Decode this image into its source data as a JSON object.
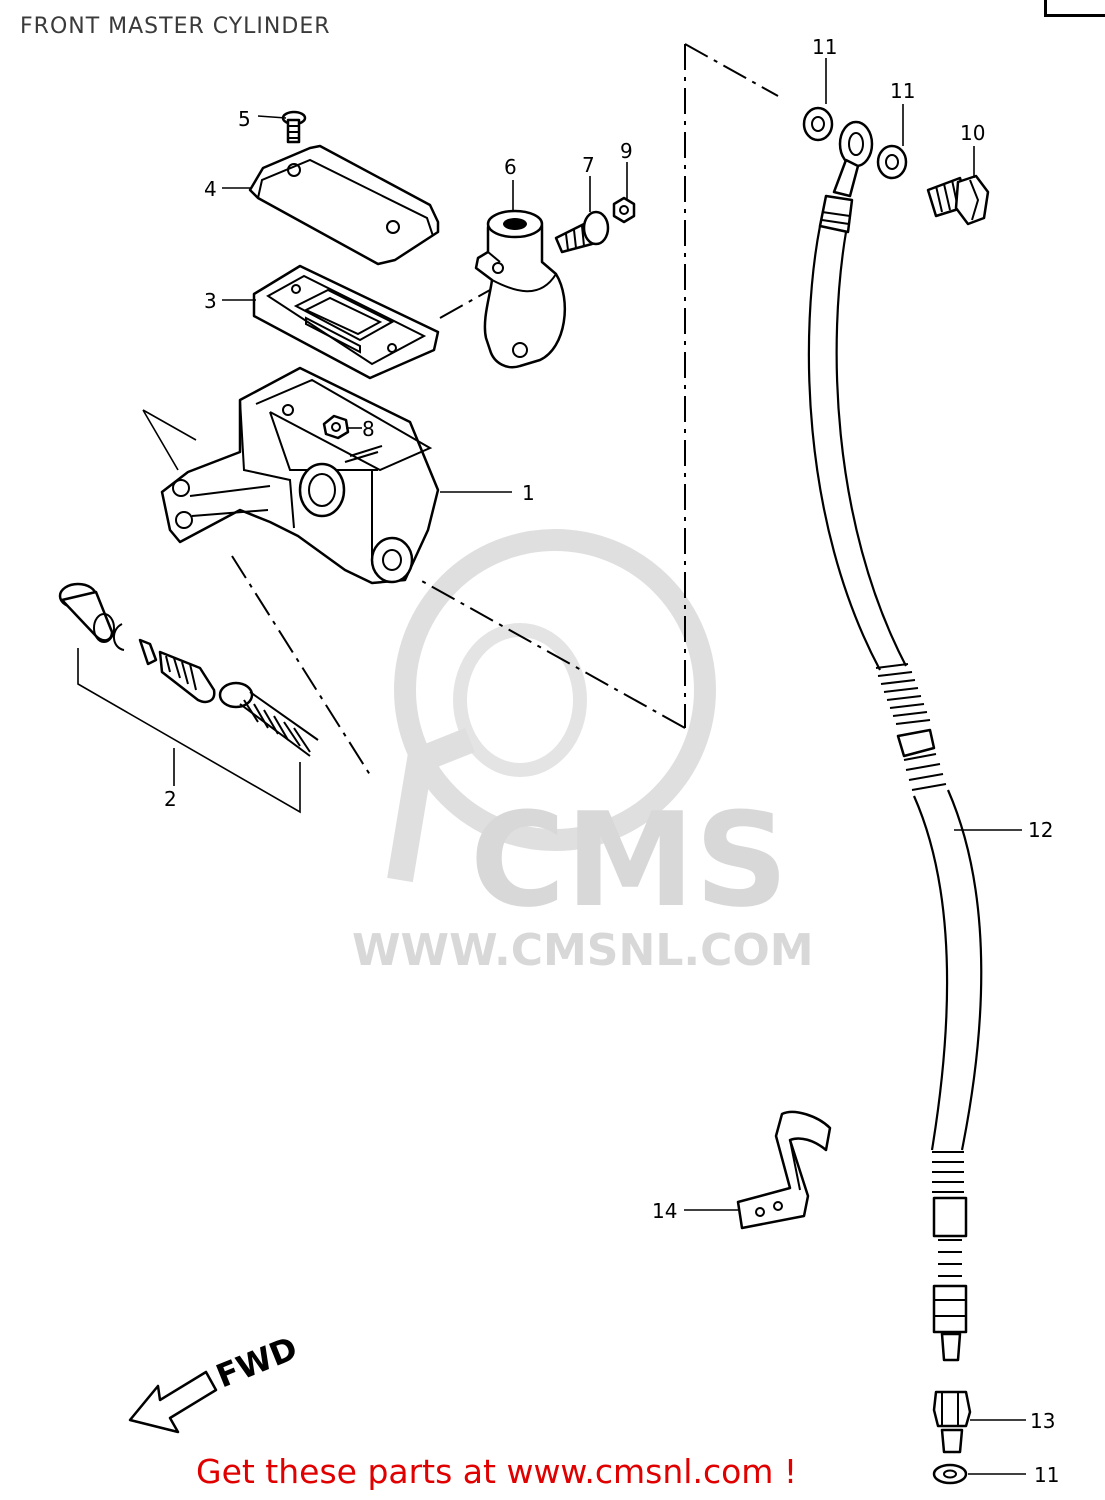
{
  "diagram": {
    "title": "FRONT MASTER CYLINDER",
    "promo_text": "Get these parts at www.cmsnl.com !",
    "watermark": {
      "logo_text": "CMS",
      "url_text": "WWW.CMSNL.COM"
    },
    "direction_label": "FWD",
    "callouts": [
      {
        "id": "c1",
        "label": "1"
      },
      {
        "id": "c2",
        "label": "2"
      },
      {
        "id": "c3",
        "label": "3"
      },
      {
        "id": "c4",
        "label": "4"
      },
      {
        "id": "c5",
        "label": "5"
      },
      {
        "id": "c6",
        "label": "6"
      },
      {
        "id": "c7",
        "label": "7"
      },
      {
        "id": "c8",
        "label": "8"
      },
      {
        "id": "c9",
        "label": "9"
      },
      {
        "id": "c10",
        "label": "10"
      },
      {
        "id": "c11a",
        "label": "11"
      },
      {
        "id": "c11b",
        "label": "11"
      },
      {
        "id": "c11c",
        "label": "11"
      },
      {
        "id": "c12",
        "label": "12"
      },
      {
        "id": "c13",
        "label": "13"
      },
      {
        "id": "c14",
        "label": "14"
      }
    ],
    "colors": {
      "line": "#000000",
      "title_text": "#3a3a3a",
      "promo_text": "#e00000",
      "watermark": "#d4d4d4"
    }
  }
}
